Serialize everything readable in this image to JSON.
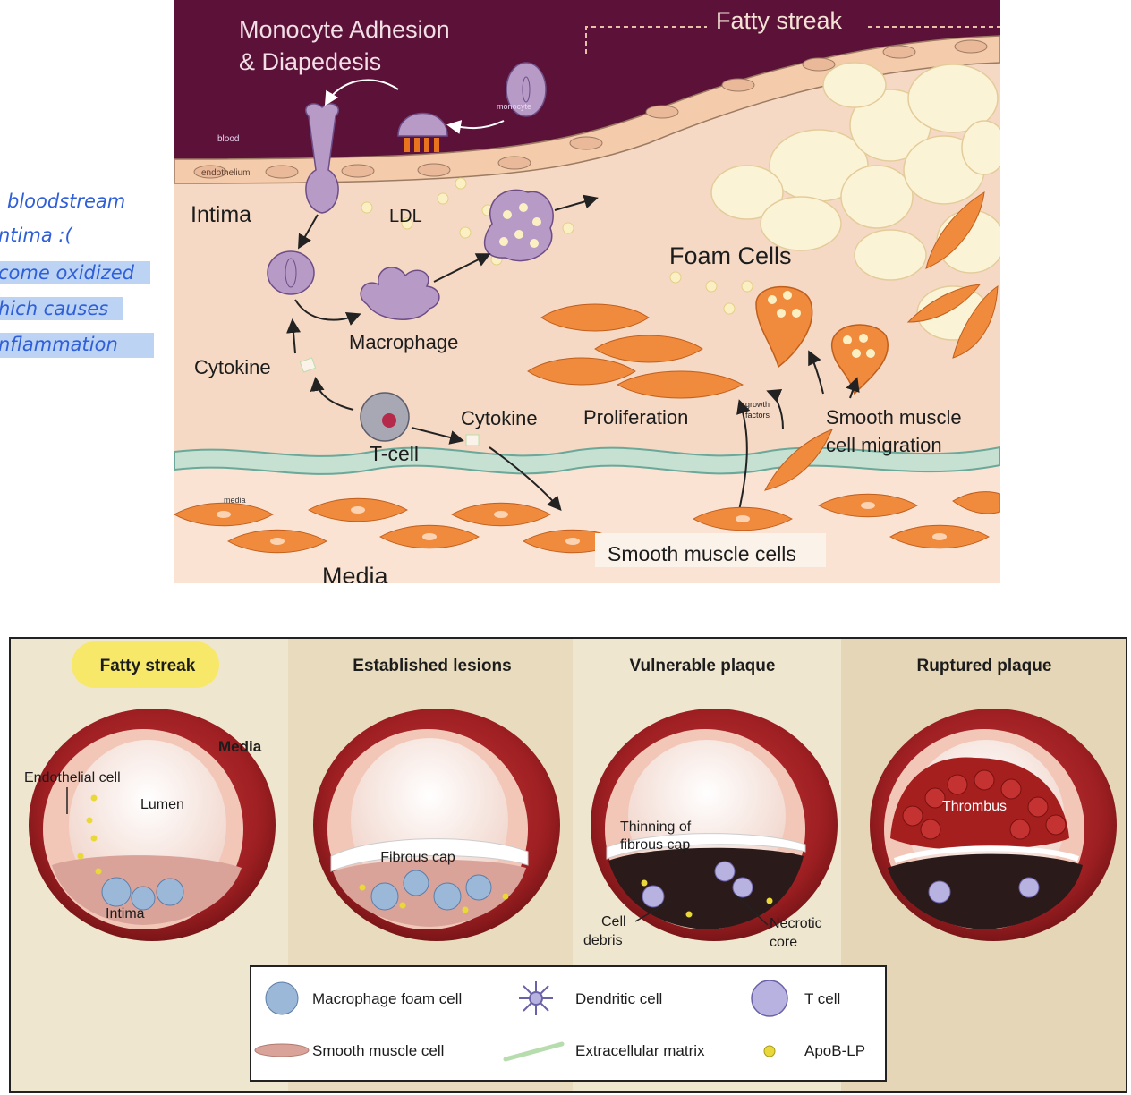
{
  "handwritten_notes": {
    "lines": [
      "bloodstream",
      "ntima :(",
      "come oxidized",
      "hich causes",
      "nflammation"
    ],
    "ink_color": "#2f5fd8",
    "highlight_color": "#bcd3f3"
  },
  "top_diagram": {
    "title": "Monocyte Adhesion\n& Diapedesis",
    "title_line1": "Monocyte Adhesion",
    "title_line2": "& Diapedesis",
    "fatty_streak": "Fatty streak",
    "labels": {
      "monocyte": "monocyte",
      "blood": "blood",
      "endothelium": "endothelium",
      "intima": "Intima",
      "ldl": "LDL",
      "foam_cells": "Foam Cells",
      "macrophage": "Macrophage",
      "cytokine_left": "Cytokine",
      "cytokine_mid": "Cytokine",
      "proliferation": "Proliferation",
      "growth_factors_1": "growth",
      "growth_factors_2": "factors",
      "smc_migration_1": "Smooth muscle",
      "smc_migration_2": "cell migration",
      "t_cell": "T-cell",
      "media_small": "media",
      "smooth_muscle_cells": "Smooth muscle cells",
      "media": "Media"
    },
    "colors": {
      "blood": "#5b1138",
      "intima": "#f5d9c4",
      "smooth_muscle": "#f08a3c",
      "monocyte": "#b79ac6",
      "media_band": "#c6e0d2"
    }
  },
  "bottom_diagram": {
    "stages": [
      {
        "title": "Fatty streak",
        "highlighted": true
      },
      {
        "title": "Established lesions",
        "highlighted": false
      },
      {
        "title": "Vulnerable plaque",
        "highlighted": false
      },
      {
        "title": "Ruptured plaque",
        "highlighted": false
      }
    ],
    "labels": {
      "media": "Media",
      "endothelial_cell": "Endothelial cell",
      "lumen": "Lumen",
      "intima": "Intima",
      "fibrous_cap": "Fibrous cap",
      "thinning_1": "Thinning of",
      "thinning_2": "fibrous cap",
      "cell_debris_1": "Cell",
      "cell_debris_2": "debris",
      "necrotic_1": "Necrotic",
      "necrotic_2": "core",
      "thrombus": "Thrombus"
    },
    "legend": [
      {
        "icon": "macrophage-foam-cell-icon",
        "label": "Macrophage foam cell"
      },
      {
        "icon": "dendritic-cell-icon",
        "label": "Dendritic cell"
      },
      {
        "icon": "t-cell-icon",
        "label": "T cell"
      },
      {
        "icon": "smooth-muscle-cell-icon",
        "label": "Smooth muscle cell"
      },
      {
        "icon": "extracellular-matrix-icon",
        "label": "Extracellular matrix"
      },
      {
        "icon": "apob-lp-icon",
        "label": "ApoB-LP"
      }
    ],
    "colors": {
      "panel_bg": "#efe6cf",
      "vessel": "#b22a2a",
      "highlight": "#f7e86a"
    }
  }
}
